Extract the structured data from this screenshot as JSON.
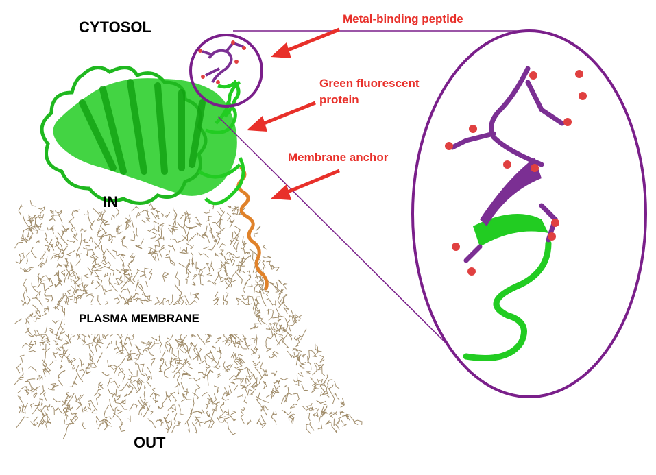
{
  "labels": {
    "cytosol": "CYTOSOL",
    "in": "IN",
    "out": "OUT",
    "plasma_membrane": "PLASMA MEMBRANE"
  },
  "annotations": {
    "metal_binding_peptide": "Metal-binding peptide",
    "gfp_line1": "Green fluorescent",
    "gfp_line2": "protein",
    "membrane_anchor": "Membrane anchor"
  },
  "colors": {
    "annotation": "#e8302a",
    "gfp": "#22cc22",
    "peptide": "#7b2f93",
    "oxygen": "#e04040",
    "anchor": "#e0822a",
    "membrane": "#a08c6a",
    "zoom_outline": "#7a1f8a"
  }
}
